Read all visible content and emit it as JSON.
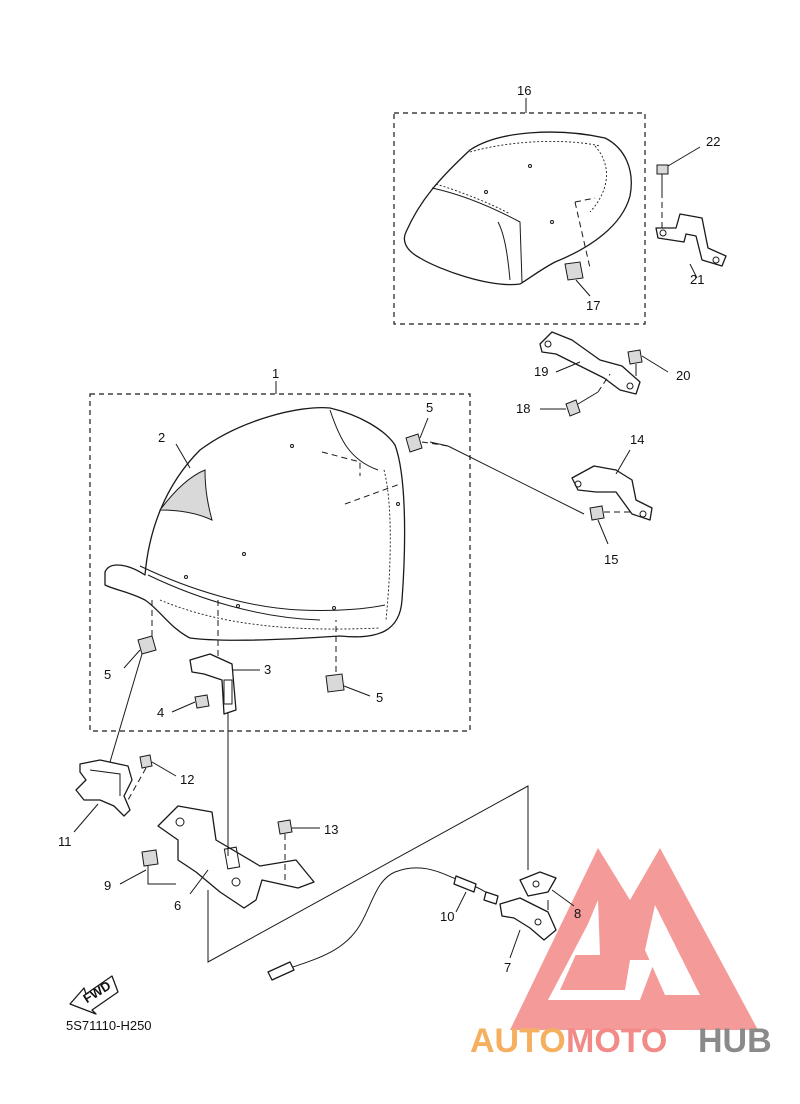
{
  "diagram_code": "5S71110-H250",
  "fwd_label": "FWD",
  "watermark": {
    "auto": "AUTO",
    "moto": "MOTO",
    "hub": "HUB"
  },
  "colors": {
    "watermark_orange": "#f4b05f",
    "watermark_red": "#f28a87",
    "watermark_grey": "#8a8a8a",
    "line": "#1a1a1a"
  },
  "callouts": {
    "c1": "1",
    "c2": "2",
    "c3": "3",
    "c4": "4",
    "c5a": "5",
    "c5b": "5",
    "c5c": "5",
    "c6": "6",
    "c7": "7",
    "c8": "8",
    "c9": "9",
    "c10": "10",
    "c11": "11",
    "c12": "12",
    "c13": "13",
    "c14": "14",
    "c15": "15",
    "c16": "16",
    "c17": "17",
    "c18": "18",
    "c19": "19",
    "c20": "20",
    "c21": "21",
    "c22": "22"
  }
}
